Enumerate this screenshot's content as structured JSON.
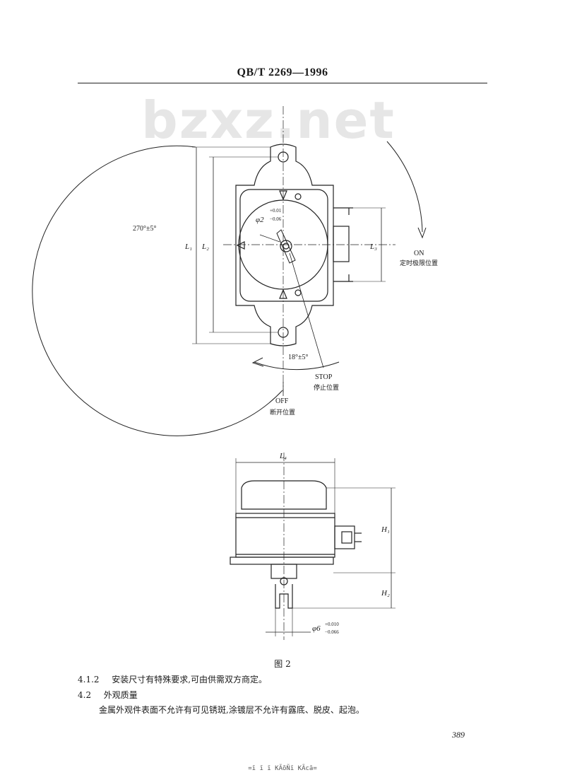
{
  "header": {
    "standard_code": "QB/T 2269—1996"
  },
  "watermark": {
    "text": "bzxz.net"
  },
  "figure_top": {
    "labels": {
      "angle_range": "270°±5°",
      "phi2": "φ2",
      "phi2_tol_upper": "+0.01",
      "phi2_tol_lower": "−0.06",
      "L1": "L₁",
      "L2": "L₂",
      "L3": "L₃",
      "on": "ON",
      "on_desc": "定时极限位置",
      "stop_angle": "18°±5°",
      "stop": "STOP",
      "stop_desc": "停止位置",
      "off": "OFF",
      "off_desc": "断开位置"
    }
  },
  "figure_bottom": {
    "labels": {
      "L4": "L₄",
      "H1": "H₁",
      "H2": "H₂",
      "phi6": "φ6",
      "phi6_tol_upper": "+0.010",
      "phi6_tol_lower": "−0.066"
    }
  },
  "caption": "图 2",
  "body": {
    "clause_4_1_2": {
      "num": "4.1.2",
      "text": "安装尺寸有特殊要求,可由供需双方商定。"
    },
    "clause_4_2": {
      "num": "4.2",
      "title": "外观质量"
    },
    "clause_4_2_text": "金属外观件表面不允许有可见锈斑,涂镀层不允许有露底、脱皮、起泡。"
  },
  "page_number": "389",
  "footer_artifact": "=ī ī ī KÃõÑī KÃcā="
}
